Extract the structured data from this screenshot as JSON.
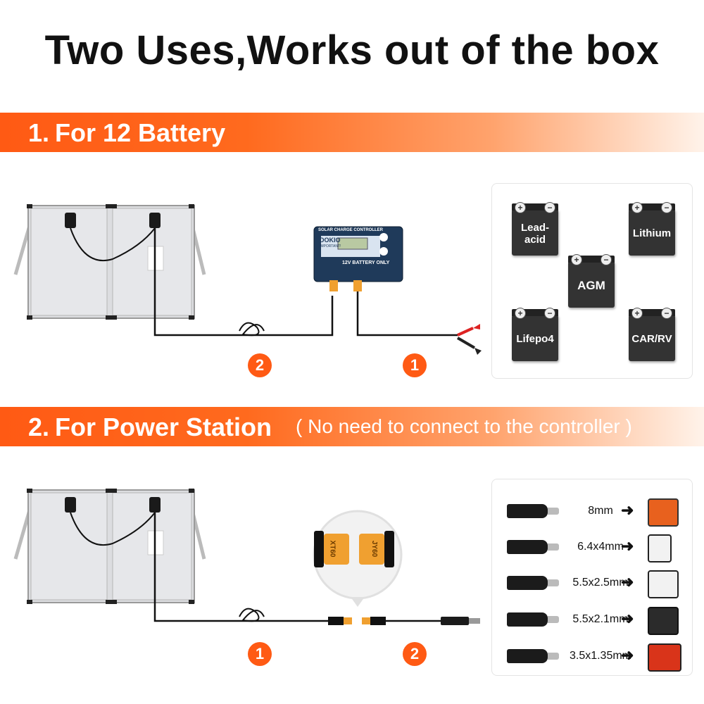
{
  "title": "Two Uses,Works out of the box",
  "section1": {
    "number": "1.",
    "label": "For 12 Battery",
    "controller": {
      "header": "SOLAR CHARGE CONTROLLER",
      "brand": "DOKIO",
      "important": "IMPORTANT!",
      "battery_label": "12V BATTERY ONLY"
    },
    "badge_left": "2",
    "badge_right": "1",
    "batteries": [
      {
        "name": "Lead-acid",
        "line1": "Lead-",
        "line2": "acid"
      },
      {
        "name": "Lithium"
      },
      {
        "name": "AGM"
      },
      {
        "name": "Lifepo4"
      },
      {
        "name": "CAR/RV"
      }
    ],
    "plus": "+",
    "minus": "−"
  },
  "section2": {
    "number": "2.",
    "label": "For Power Station",
    "note": "( No need to connect to the controller )",
    "connector_left": "XT60",
    "connector_right": "JY60",
    "badge_left": "1",
    "badge_right": "2",
    "adapters": [
      {
        "size": "8mm",
        "device_color": "#e8611e"
      },
      {
        "size": "6.4x4mm",
        "device_color": "#f2f2f2"
      },
      {
        "size": "5.5x2.5mm",
        "device_color": "#f2f2f2"
      },
      {
        "size": "5.5x2.1mm",
        "device_color": "#2b2b2b"
      },
      {
        "size": "3.5x1.35mm",
        "device_color": "#d9341a"
      }
    ],
    "arrow": "➜"
  },
  "colors": {
    "accent": "#ff5a14",
    "controller_blue": "#1f3a5a"
  }
}
